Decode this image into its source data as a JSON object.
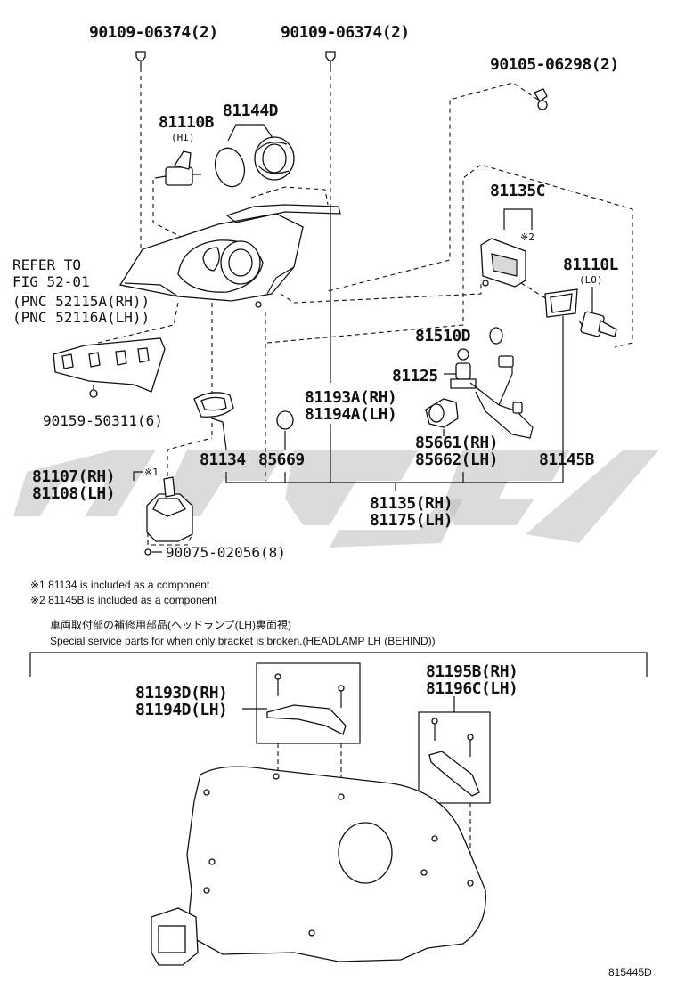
{
  "labels": {
    "bolt_hi_left": "90109-06374(2)",
    "bolt_hi_right": "90109-06374(2)",
    "screw_top_right": "90105-06298(2)",
    "bulb_hi": "81110B",
    "bulb_hi_sub": "(HI)",
    "gasket_hi": "81144D",
    "cover": "81135C",
    "cover_note": "※2",
    "bulb_lo": "81110L",
    "bulb_lo_sub": "(LO)",
    "refer_1": "REFER TO",
    "refer_2": "FIG 52-01",
    "pnc_rh": "(PNC 52115A(RH))",
    "pnc_lh": "(PNC 52116A(LH))",
    "bulb_small": "81510D",
    "socket": "81125",
    "bracket_rh": "81193A(RH)",
    "bracket_lh": "81194A(LH)",
    "clip": "90159-50311(6)",
    "lamp_rh": "85661(RH)",
    "lamp_lh": "85662(LH)",
    "cover_lower": "81134",
    "seal": "85669",
    "gasket_lo": "81145B",
    "actuator_rh": "81107(RH)",
    "actuator_lh": "81108(LH)",
    "actuator_note": "※1",
    "unit_rh": "81135(RH)",
    "unit_lh": "81175(LH)",
    "screw_bottom": "90075-02056(8)",
    "footnote_1": "※1  81134 is included as a component",
    "footnote_2": "※2  81145B is included as a component",
    "section_jp": "車両取付部の補修用部品(ヘッドランプ(LH)裏面視)",
    "section_en": "Special service parts for when only bracket is broken.(HEADLAMP LH (BEHIND))",
    "repair_bracket_rh": "81193D(RH)",
    "repair_bracket_lh": "81194D(LH)",
    "repair_bracket2_rh": "81195B(RH)",
    "repair_bracket2_lh": "81196C(LH)",
    "figure_id": "815445D"
  }
}
